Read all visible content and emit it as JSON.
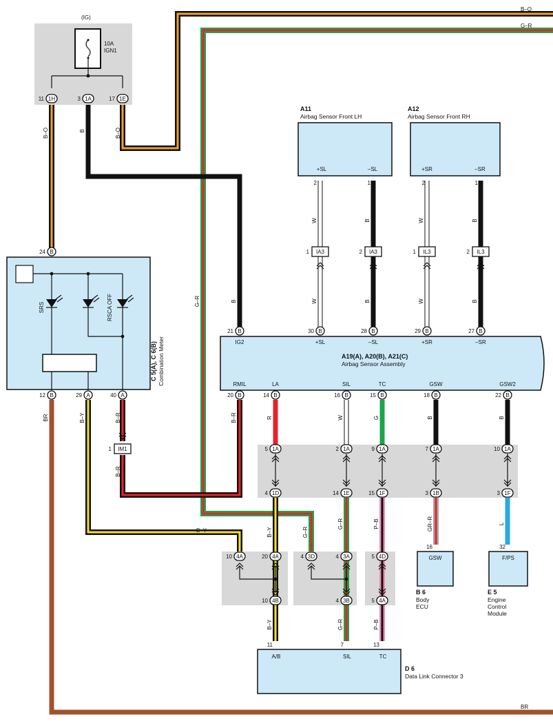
{
  "fuse_block": {
    "source": "(IG)",
    "fuse_rating": "10A",
    "fuse_name": "IGN1",
    "pins": [
      {
        "num": "11",
        "conn": "1H"
      },
      {
        "num": "3",
        "conn": "1A"
      },
      {
        "num": "17",
        "conn": "1E"
      }
    ]
  },
  "wire_colors": {
    "B": "#111111",
    "O": "#f0a030",
    "Y": "#f5e12a",
    "R": "#e8222a",
    "G": "#1aa548",
    "W": "#ffffff",
    "P": "#f08cb4",
    "BR": "#a0522d",
    "L": "#2aa9e0",
    "GR": "#a8a8a8"
  },
  "wires": {
    "b_o": "B–O",
    "g_r": "G–R",
    "b": "B",
    "w": "W",
    "br": "BR",
    "b_y": "B–Y",
    "b_r": "B–R",
    "r": "R",
    "g": "G",
    "p_b": "P–B",
    "gr_r": "GR–R",
    "l": "L"
  },
  "meter": {
    "id": "C 5(A), C 6(B)",
    "name": "Combination Meter",
    "pin_top": {
      "num": "24",
      "conn": "B"
    },
    "leds": [
      "SRS",
      "RSCA OFF"
    ],
    "pins_bottom": [
      {
        "num": "12",
        "conn": "B"
      },
      {
        "num": "29",
        "conn": "A"
      },
      {
        "num": "40",
        "conn": "A"
      }
    ]
  },
  "sensor_lh": {
    "id": "A11",
    "name": "Airbag Sensor Front LH",
    "terms": [
      "+SL",
      "–SL"
    ],
    "pins": [
      "2",
      "1"
    ]
  },
  "sensor_rh": {
    "id": "A12",
    "name": "Airbag Sensor Front RH",
    "terms": [
      "+SR",
      "–SR"
    ],
    "pins": [
      "2",
      "1"
    ]
  },
  "inline": [
    {
      "num": "1",
      "conn": "IA3"
    },
    {
      "num": "2",
      "conn": "IA3"
    },
    {
      "num": "1",
      "conn": "IL3"
    },
    {
      "num": "2",
      "conn": "IL3"
    }
  ],
  "assembly": {
    "id": "A19(A), A20(B), A21(C)",
    "name": "Airbag Sensor Assembly",
    "top": [
      {
        "num": "21",
        "conn": "B",
        "term": "IG2"
      },
      {
        "num": "30",
        "conn": "B",
        "term": "+SL"
      },
      {
        "num": "28",
        "conn": "B",
        "term": "–SL"
      },
      {
        "num": "29",
        "conn": "B",
        "term": "+SR"
      },
      {
        "num": "27",
        "conn": "B",
        "term": "–SR"
      }
    ],
    "bottom": [
      {
        "num": "20",
        "conn": "B",
        "term": "RMIL"
      },
      {
        "num": "14",
        "conn": "B",
        "term": "LA"
      },
      {
        "num": "16",
        "conn": "B",
        "term": "SIL"
      },
      {
        "num": "15",
        "conn": "B",
        "term": "TC"
      },
      {
        "num": "18",
        "conn": "B",
        "term": "GSW"
      },
      {
        "num": "22",
        "conn": "B",
        "term": "GSW2"
      }
    ]
  },
  "jb_top": [
    {
      "num": "5",
      "conn": "1A"
    },
    {
      "num": "2",
      "conn": "1A"
    },
    {
      "num": "9",
      "conn": "1A"
    },
    {
      "num": "7",
      "conn": "1A"
    },
    {
      "num": "10",
      "conn": "1A"
    }
  ],
  "jb_bot": [
    {
      "num": "4",
      "conn": "1D"
    },
    {
      "num": "14",
      "conn": "1E"
    },
    {
      "num": "15",
      "conn": "1F"
    },
    {
      "num": "3",
      "conn": "1B"
    },
    {
      "num": "3",
      "conn": "1F"
    }
  ],
  "im1": {
    "num": "1",
    "conn": "IM1"
  },
  "j4_top": [
    {
      "num": "10",
      "conn": "4A"
    },
    {
      "num": "20",
      "conn": "4A"
    },
    {
      "num": "4",
      "conn": "3D"
    },
    {
      "num": "4",
      "conn": "3A"
    },
    {
      "num": "5",
      "conn": "4D"
    }
  ],
  "j4_bot": [
    {
      "num": "10",
      "conn": "4B"
    },
    {
      "num": "4",
      "conn": "3B"
    },
    {
      "num": "5",
      "conn": "4A"
    }
  ],
  "body_ecu": {
    "id": "B 6",
    "name_lines": [
      "Body",
      "ECU"
    ],
    "term": "GSW",
    "pin": "16"
  },
  "ecm": {
    "id": "E 5",
    "name_lines": [
      "Engine",
      "Control",
      "Module"
    ],
    "term": "F/PS",
    "pin": "32"
  },
  "dlc3": {
    "id": "D 6",
    "name": "Data Link Connector 3",
    "terms": [
      "A/B",
      "SIL",
      "TC"
    ],
    "pins": [
      "11",
      "7",
      "13"
    ]
  }
}
